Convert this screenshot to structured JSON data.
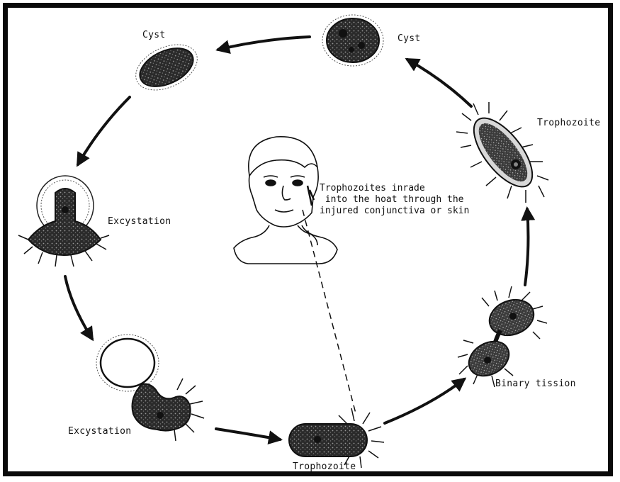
{
  "diagram": {
    "labels": {
      "cyst_left": "Cyst",
      "cyst_right": "Cyst",
      "trophozoite_right": "Trophozoite",
      "excystation_upper": "Excystation",
      "excystation_lower": "Excystation",
      "trophozoite_bottom": "Trophozoite",
      "binary_fission": "Binary tission"
    },
    "infection_note": [
      "Trophozoites inrade",
      " into the hoat through the",
      "injured conjunctiva or skin"
    ]
  }
}
